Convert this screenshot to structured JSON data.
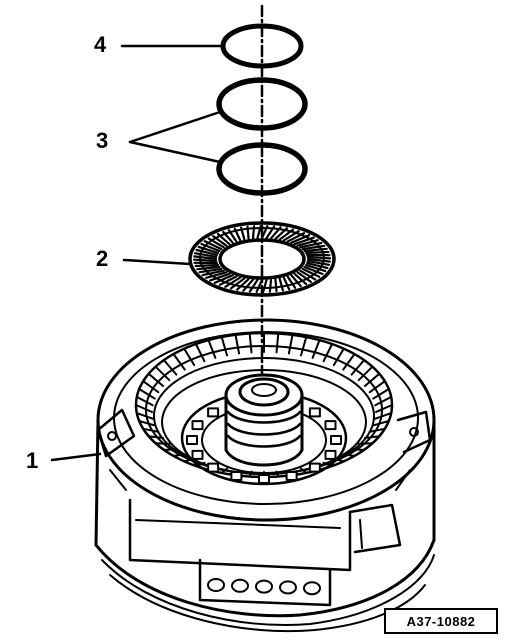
{
  "diagram": {
    "callouts": [
      {
        "id": "label-4",
        "text": "4"
      },
      {
        "id": "label-3",
        "text": "3"
      },
      {
        "id": "label-2",
        "text": "2"
      },
      {
        "id": "label-1",
        "text": "1"
      }
    ],
    "reference_code": "A37-10882"
  },
  "colors": {
    "line": "#000000",
    "background": "#ffffff"
  }
}
